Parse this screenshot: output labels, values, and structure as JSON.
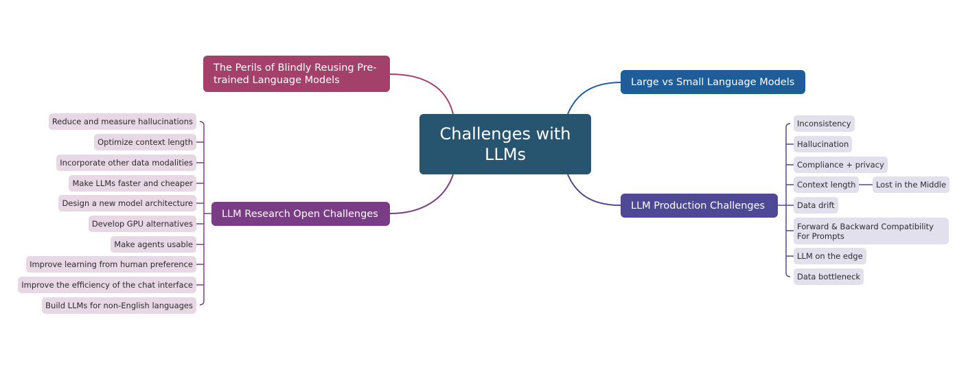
{
  "central": {
    "label": "Challenges with LLMs"
  },
  "branches": {
    "perils": {
      "label": "The Perils of Blindly Reusing Pre-trained Language Models",
      "color": "#a3416b"
    },
    "large_vs_small": {
      "label": "Large vs Small Language Models",
      "color": "#1f5d99"
    },
    "production": {
      "label": "LLM Production Challenges",
      "color": "#4f4895",
      "items": [
        "Inconsistency",
        "Hallucination",
        "Compliance + privacy",
        "Context length",
        "Data drift",
        "Forward & Backward Compatibility For Prompts",
        "LLM on the edge",
        "Data bottleneck"
      ],
      "context_length_child": "Lost in the Middle"
    },
    "research": {
      "label": "LLM Research Open Challenges",
      "color": "#7a3d85",
      "items": [
        "Reduce and measure hallucinations",
        "Optimize context length",
        "Incorporate other data modalities",
        "Make LLMs faster and cheaper",
        "Design a new model architecture",
        "Develop GPU alternatives",
        "Make agents usable",
        "Improve learning from human preference",
        "Improve the efficiency of the chat interface",
        "Build LLMs for non-English languages"
      ]
    }
  }
}
